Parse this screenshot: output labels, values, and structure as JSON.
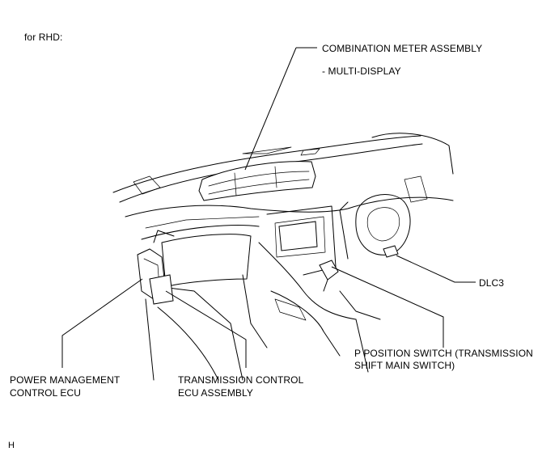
{
  "header": {
    "variant": "for RHD:"
  },
  "labels": {
    "combination_meter": "COMBINATION METER ASSEMBLY",
    "multi_display": "- MULTI-DISPLAY",
    "dlc3": "DLC3",
    "p_position_switch_l1": "P POSITION SWITCH (TRANSMISSION",
    "p_position_switch_l2": "SHIFT MAIN SWITCH)",
    "power_mgmt_l1": "POWER MANAGEMENT",
    "power_mgmt_l2": "CONTROL ECU",
    "transmission_ecu_l1": "TRANSMISSION CONTROL",
    "transmission_ecu_l2": "ECU ASSEMBLY"
  },
  "footer": {
    "code": "H"
  }
}
